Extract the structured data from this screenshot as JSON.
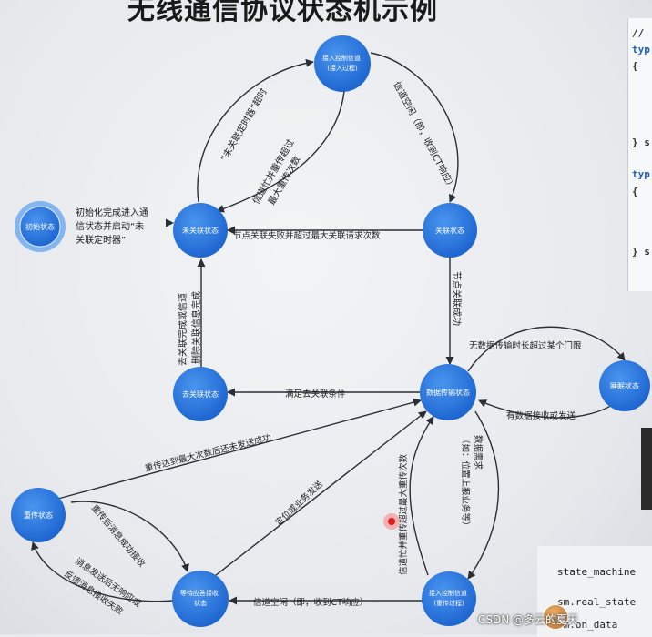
{
  "title": "无线通信协议状态机示例",
  "states": {
    "init": "初始状态",
    "unassoc": "未关联状态",
    "access_chan": "接入控制信道 (接入过程)",
    "assoc": "关联状态",
    "data_trans": "数据传输状态",
    "sleep": "睡眠状态",
    "deassoc": "去关联状态",
    "retrans": "重传状态",
    "wait_ack": "等待应答接收状态",
    "access_data": "接入控制信道 (重传过程)"
  },
  "transitions": {
    "t_init": "初始化完成进入通信状态并启动“未关联定时器”",
    "t_timeout": "“未关联定时器”超时",
    "t_access_fail": "信道忙并重传超过最大重传次数",
    "t_access_ok": "信道空闲（即，收到CT响应）",
    "t_assoc_fail": "节点关联失败并超过最大关联请求次数",
    "t_assoc_ok": "节点关联成功",
    "t_no_data": "无数据传输时长超过某个门限",
    "t_wake": "有数据接收或发送",
    "t_deassoc_cond": "满足去关联条件",
    "t_deassoc_done": "去关联完成或信道删除关联信息完成",
    "t_retrans_max": "重传达到最大次数后还未发送成功",
    "t_need_ack": "定位或业务发送",
    "t_retrans_ok": "重传后消息成功接收",
    "t_no_ack": "消息发送后无响应或反馈消息接收失败",
    "t_ack_chan": "信道空闲（即，收到CT响应）",
    "t_data_busy": "信道忙并重传超过最大重传次数",
    "t_data_req": "数据需求（如：位置上报业务等）"
  },
  "code": {
    "c1": "//",
    "c2": "typ",
    "c3": "{",
    "c4": "} s",
    "c5": "typ",
    "c6": "{",
    "c7": "} s",
    "c8": "state_machine",
    "c9": "sm.real_state",
    "c10": "sm.on_data"
  },
  "watermark": "CSDN @多云的夏天",
  "colors": {
    "node_fill": "#2f7fe6",
    "node_dark": "#1d5fc4",
    "arrow": "#2a2f36"
  }
}
